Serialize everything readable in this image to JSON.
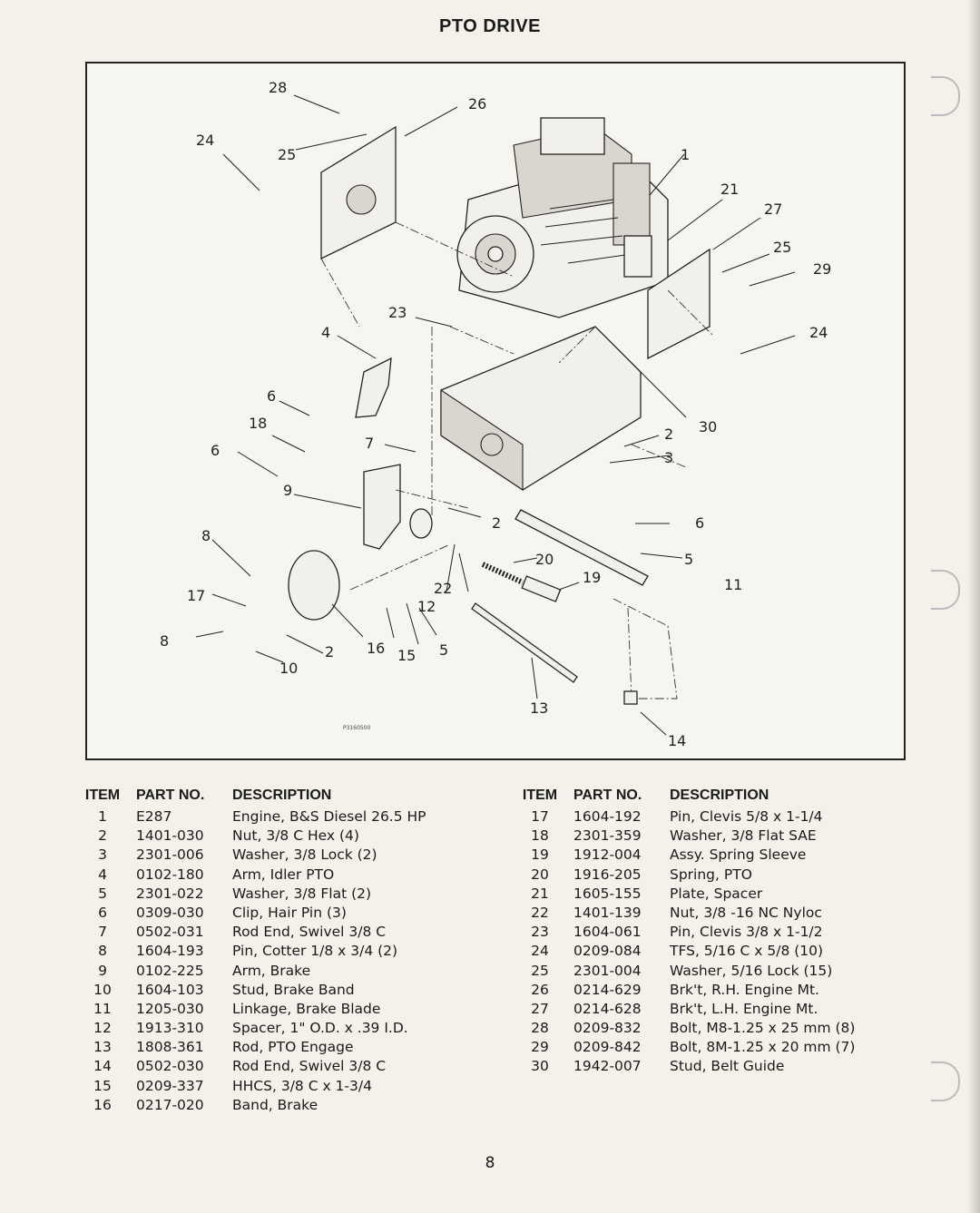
{
  "page": {
    "title": "PTO DRIVE",
    "page_number": "8"
  },
  "figure": {
    "code": "P3160500",
    "callouts": [
      "28",
      "26",
      "24",
      "25",
      "1",
      "21",
      "27",
      "25",
      "29",
      "23",
      "4",
      "24",
      "6",
      "18",
      "30",
      "2",
      "3",
      "7",
      "6",
      "9",
      "2",
      "6",
      "8",
      "20",
      "5",
      "11",
      "19",
      "22",
      "17",
      "12",
      "8",
      "16",
      "15",
      "5",
      "2",
      "10",
      "13",
      "14"
    ]
  },
  "parts_table": {
    "headers": {
      "item": "ITEM",
      "part_no": "PART NO.",
      "description": "DESCRIPTION"
    },
    "left": [
      {
        "item": "1",
        "part": "E287",
        "desc": "Engine, B&S Diesel 26.5 HP"
      },
      {
        "item": "2",
        "part": "1401-030",
        "desc": "Nut, 3/8 C Hex (4)"
      },
      {
        "item": "3",
        "part": "2301-006",
        "desc": "Washer, 3/8 Lock (2)"
      },
      {
        "item": "4",
        "part": "0102-180",
        "desc": "Arm, Idler PTO"
      },
      {
        "item": "5",
        "part": "2301-022",
        "desc": "Washer, 3/8 Flat (2)"
      },
      {
        "item": "6",
        "part": "0309-030",
        "desc": "Clip, Hair Pin (3)"
      },
      {
        "item": "7",
        "part": "0502-031",
        "desc": "Rod End, Swivel 3/8 C"
      },
      {
        "item": "8",
        "part": "1604-193",
        "desc": "Pin, Cotter 1/8 x 3/4 (2)"
      },
      {
        "item": "9",
        "part": "0102-225",
        "desc": "Arm, Brake"
      },
      {
        "item": "10",
        "part": "1604-103",
        "desc": "Stud, Brake Band"
      },
      {
        "item": "11",
        "part": "1205-030",
        "desc": "Linkage, Brake Blade"
      },
      {
        "item": "12",
        "part": "1913-310",
        "desc": "Spacer, 1\" O.D. x .39 I.D."
      },
      {
        "item": "13",
        "part": "1808-361",
        "desc": "Rod, PTO Engage"
      },
      {
        "item": "14",
        "part": "0502-030",
        "desc": "Rod End, Swivel 3/8 C"
      },
      {
        "item": "15",
        "part": "0209-337",
        "desc": "HHCS, 3/8 C x 1-3/4"
      },
      {
        "item": "16",
        "part": "0217-020",
        "desc": "Band, Brake"
      }
    ],
    "right": [
      {
        "item": "17",
        "part": "1604-192",
        "desc": "Pin, Clevis 5/8 x 1-1/4"
      },
      {
        "item": "18",
        "part": "2301-359",
        "desc": "Washer, 3/8 Flat SAE"
      },
      {
        "item": "19",
        "part": "1912-004",
        "desc": "Assy. Spring Sleeve"
      },
      {
        "item": "20",
        "part": "1916-205",
        "desc": "Spring, PTO"
      },
      {
        "item": "21",
        "part": "1605-155",
        "desc": "Plate, Spacer"
      },
      {
        "item": "22",
        "part": "1401-139",
        "desc": "Nut, 3/8 -16 NC Nyloc"
      },
      {
        "item": "23",
        "part": "1604-061",
        "desc": "Pin, Clevis 3/8 x 1-1/2"
      },
      {
        "item": "24",
        "part": "0209-084",
        "desc": "TFS, 5/16 C x 5/8 (10)"
      },
      {
        "item": "25",
        "part": "2301-004",
        "desc": "Washer, 5/16 Lock (15)"
      },
      {
        "item": "26",
        "part": "0214-629",
        "desc": "Brk't, R.H. Engine Mt."
      },
      {
        "item": "27",
        "part": "0214-628",
        "desc": "Brk't, L.H. Engine Mt."
      },
      {
        "item": "28",
        "part": "0209-832",
        "desc": "Bolt, M8-1.25 x 25 mm (8)"
      },
      {
        "item": "29",
        "part": "0209-842",
        "desc": "Bolt, 8M-1.25 x 20 mm (7)"
      },
      {
        "item": "30",
        "part": "1942-007",
        "desc": "Stud, Belt Guide"
      }
    ]
  }
}
